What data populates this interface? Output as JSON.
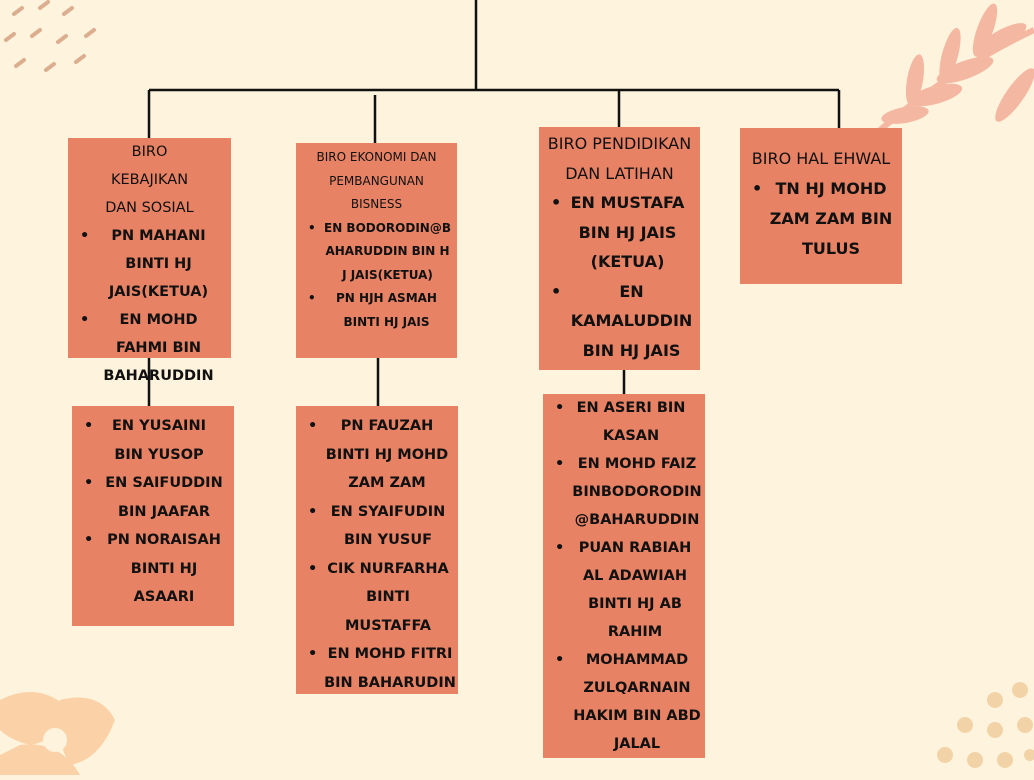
{
  "colors": {
    "background": "#fef3dc",
    "box": "#e88265",
    "line": "#111111",
    "decor": "#f4b8a2"
  },
  "bureaus": [
    {
      "title": "BIRO KEBAJIKAN DAN SOSIAL",
      "members": [
        "PN MAHANI BINTI HJ JAIS(KETUA)",
        "EN MOHD FAHMI BIN BAHARUDDIN"
      ],
      "sub_members": [
        "EN YUSAINI BIN YUSOP",
        "EN SAIFUDDIN BIN JAAFAR",
        "PN NORAISAH BINTI HJ ASAARI"
      ]
    },
    {
      "title": "BIRO EKONOMI DAN PEMBANGUNAN BISNESS",
      "members": [
        "EN BODORODIN@BAHARUDDIN BIN HJ JAIS(KETUA)",
        "PN HJH ASMAH BINTI HJ JAIS"
      ],
      "sub_members": [
        "PN FAUZAH BINTI HJ MOHD ZAM ZAM",
        "EN SYAIFUDIN BIN YUSUF",
        "CIK NURFARHA BINTI MUSTAFFA",
        "EN MOHD FITRI BIN BAHARUDIN"
      ]
    },
    {
      "title": "BIRO PENDIDIKAN DAN LATIHAN",
      "members": [
        "EN MUSTAFA BIN HJ JAIS (KETUA)",
        "EN KAMALUDDIN BIN HJ JAIS"
      ],
      "sub_members": [
        "EN ASERI BIN KASAN",
        "EN MOHD FAIZ BINBODORODIN @BAHARUDDIN",
        "PUAN RABIAH AL ADAWIAH BINTI HJ AB RAHIM",
        "MOHAMMAD ZULQARNAIN HAKIM BIN ABD JALAL"
      ]
    },
    {
      "title": "BIRO HAL EHWAL",
      "members": [
        "TN HJ MOHD ZAM ZAM BIN TULUS"
      ]
    }
  ]
}
